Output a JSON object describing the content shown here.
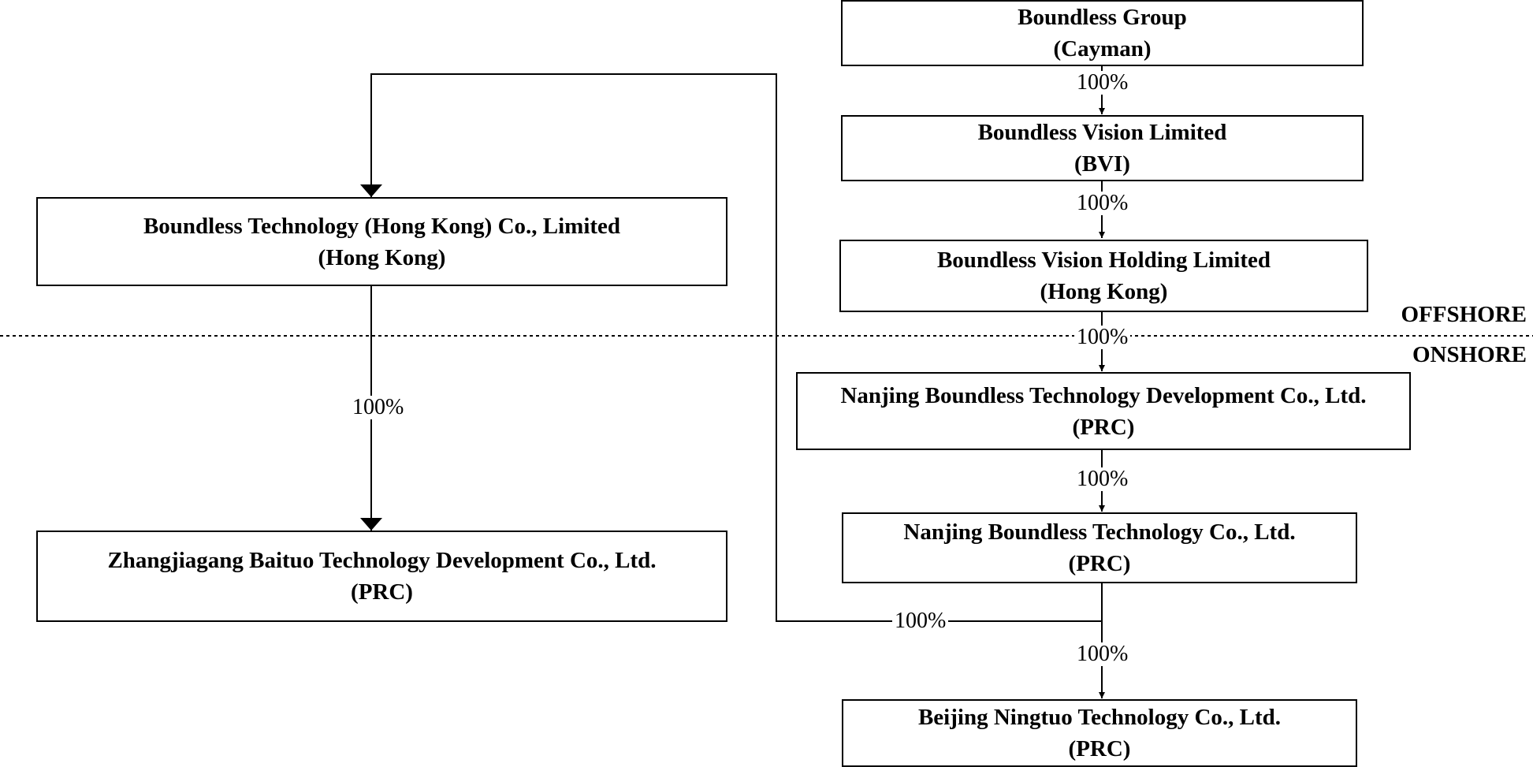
{
  "nodes": {
    "cayman": {
      "name": "Boundless Group",
      "jurisdiction": "(Cayman)"
    },
    "bvi": {
      "name": "Boundless Vision Limited",
      "jurisdiction": "(BVI)"
    },
    "vision_hk": {
      "name": "Boundless Vision Holding Limited",
      "jurisdiction": "(Hong Kong)"
    },
    "tech_hk": {
      "name": "Boundless Technology (Hong Kong) Co., Limited",
      "jurisdiction": "(Hong Kong)"
    },
    "nanjing_dev": {
      "name": "Nanjing Boundless Technology Development Co., Ltd.",
      "jurisdiction": "(PRC)"
    },
    "nanjing_tech": {
      "name": "Nanjing Boundless Technology Co., Ltd.",
      "jurisdiction": "(PRC)"
    },
    "zhangjiagang": {
      "name": "Zhangjiagang Baituo Technology Development Co., Ltd.",
      "jurisdiction": "(PRC)"
    },
    "beijing": {
      "name": "Beijing Ningtuo Technology Co., Ltd.",
      "jurisdiction": "(PRC)"
    }
  },
  "edges": {
    "cayman_bvi": "100%",
    "bvi_visionhk": "100%",
    "visionhk_nanjingdev": "100%",
    "nanjingdev_nanjingtech": "100%",
    "nanjingtech_techhk": "100%",
    "nanjingtech_beijing": "100%",
    "techhk_zhangjiagang": "100%"
  },
  "zones": {
    "offshore": "OFFSHORE",
    "onshore": "ONSHORE"
  }
}
